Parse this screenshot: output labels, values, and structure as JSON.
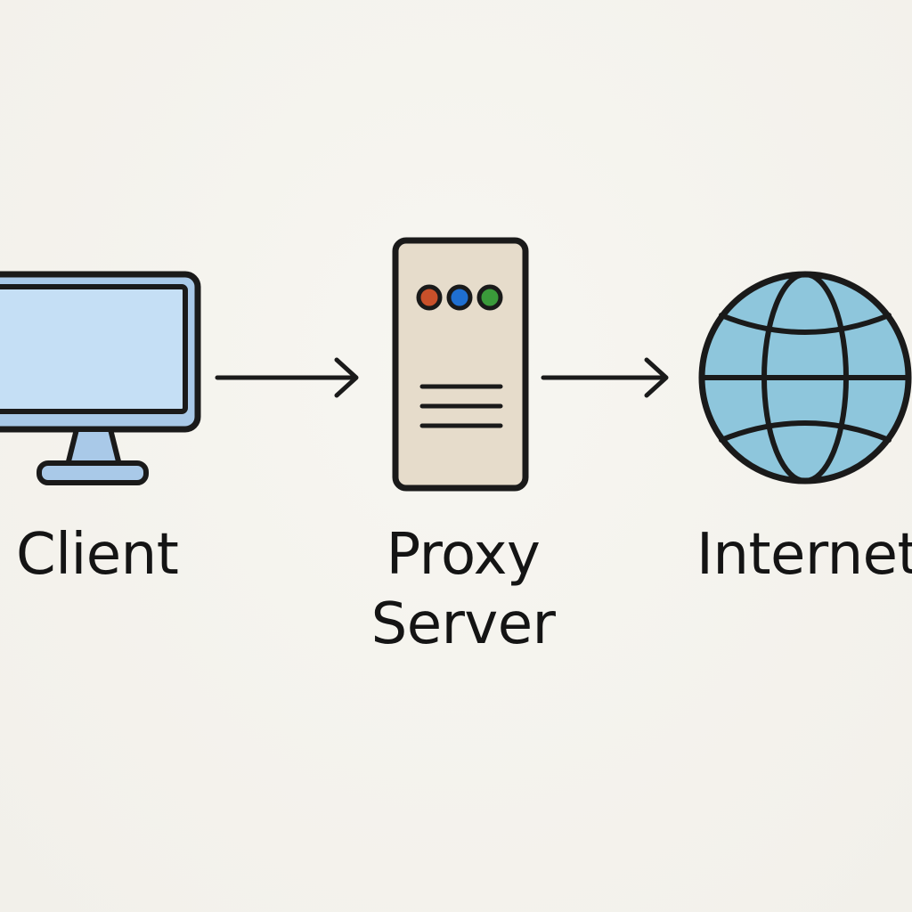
{
  "nodes": [
    {
      "id": "client",
      "label": "Client",
      "icon": "monitor-icon"
    },
    {
      "id": "proxy",
      "label_line1": "Proxy",
      "label_line2": "Server",
      "icon": "server-icon"
    },
    {
      "id": "internet",
      "label": "Internet",
      "icon": "globe-icon"
    }
  ],
  "edges": [
    {
      "from": "client",
      "to": "proxy"
    },
    {
      "from": "proxy",
      "to": "internet"
    }
  ],
  "colors": {
    "background": "#f4f2ec",
    "stroke": "#1a1a1a",
    "monitor_screen": "#c5dff5",
    "monitor_bezel": "#a9c9e8",
    "server_body": "#e6dccb",
    "led_red": "#c9502a",
    "led_blue": "#1f6fd1",
    "led_green": "#3a9a3a",
    "globe_fill": "#8ec6dc"
  }
}
